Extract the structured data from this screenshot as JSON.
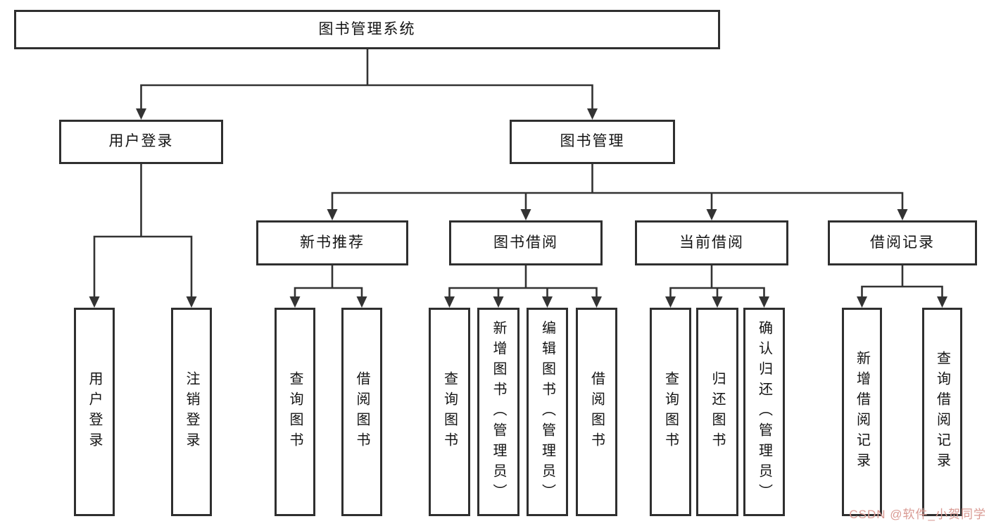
{
  "tree": {
    "root": "图书管理系统",
    "branches": [
      {
        "label": "用户登录",
        "children": [
          "用户登录",
          "注销登录"
        ]
      },
      {
        "label": "图书管理",
        "groups": [
          {
            "label": "新书推荐",
            "children": [
              "查询图书",
              "借阅图书"
            ]
          },
          {
            "label": "图书借阅",
            "children": [
              "查询图书",
              "新增图书（管理员）",
              "编辑图书（管理员）",
              "借阅图书"
            ]
          },
          {
            "label": "当前借阅",
            "children": [
              "查询图书",
              "归还图书",
              "确认归还（管理员）"
            ]
          },
          {
            "label": "借阅记录",
            "children": [
              "新增借阅记录",
              "查询借阅记录"
            ]
          }
        ]
      }
    ]
  },
  "watermark": {
    "text": "CSDN @软件_小贺同学",
    "color": "#d99a93"
  },
  "colors": {
    "line": "#333333",
    "node_border": "#2f2f2f",
    "node_background": "#ffffff",
    "text": "#141414",
    "page_background": "#ffffff"
  }
}
